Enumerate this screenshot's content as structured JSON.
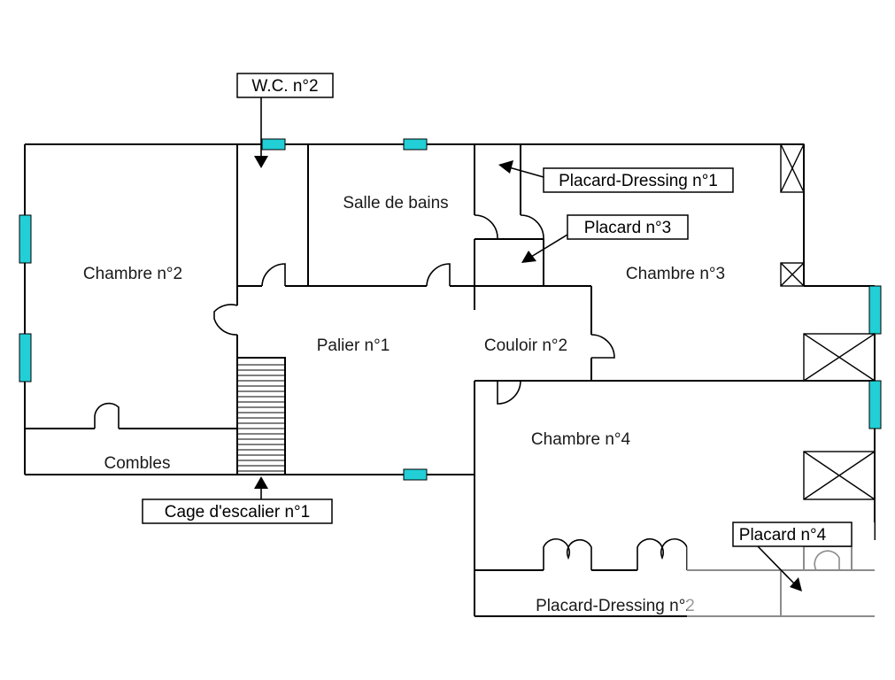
{
  "rooms": {
    "chambre2": "Chambre n°2",
    "salle_de_bains": "Salle de bains",
    "chambre3": "Chambre n°3",
    "palier1": "Palier n°1",
    "couloir2": "Couloir n°2",
    "chambre4": "Chambre n°4",
    "combles": "Combles",
    "placard_dressing2": "Placard-Dressing n°2"
  },
  "callouts": {
    "wc2": "W.C. n°2",
    "placard_dressing1": "Placard-Dressing n°1",
    "placard3": "Placard n°3",
    "cage_escalier1": "Cage d'escalier n°1",
    "placard4": "Placard n°4"
  },
  "colors": {
    "window": "#22cfd6",
    "wall": "#000000"
  }
}
